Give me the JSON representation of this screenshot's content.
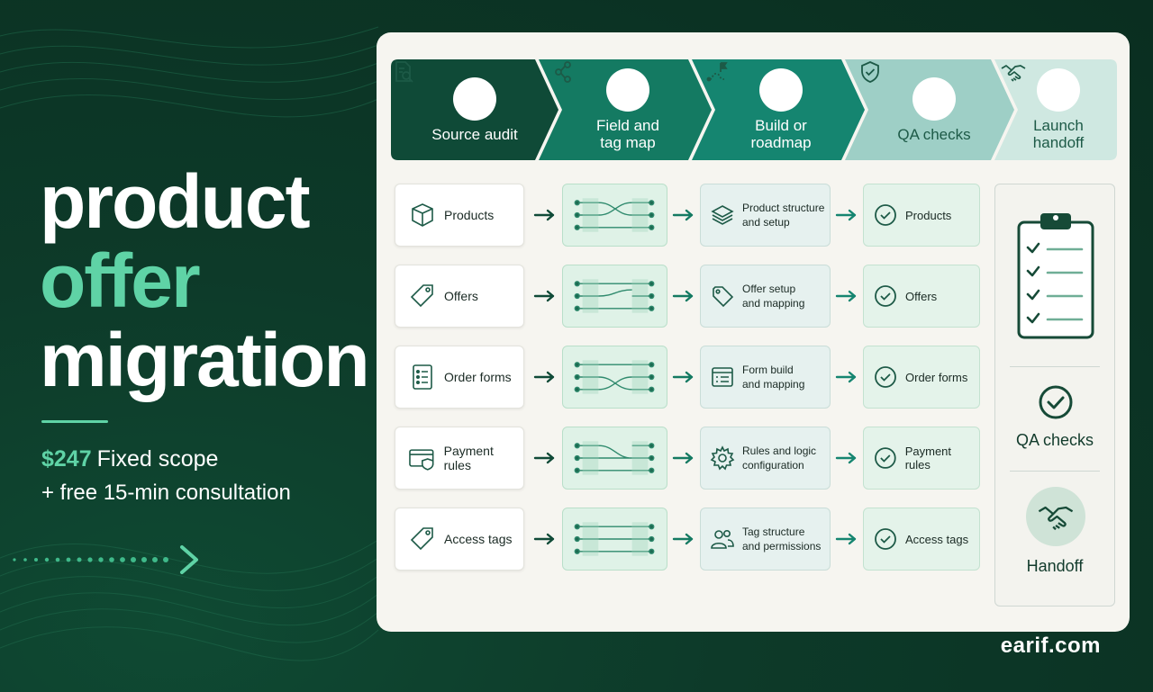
{
  "hero": {
    "line1": "product",
    "line2": "offer",
    "line3": "migration",
    "price": "$247",
    "price_label": "Fixed scope",
    "consultation": "+ free 15-min consultation"
  },
  "site": "earif.com",
  "stages": [
    {
      "label": "Source audit",
      "icon": "document-search-icon"
    },
    {
      "label": "Field and\ntag map",
      "icon": "share-nodes-icon"
    },
    {
      "label": "Build or\nroadmap",
      "icon": "route-flag-icon"
    },
    {
      "label": "QA checks",
      "icon": "shield-check-icon"
    },
    {
      "label": "Launch\nhandoff",
      "icon": "handshake-icon"
    }
  ],
  "rows": [
    {
      "source": "Products",
      "source_icon": "box-icon",
      "build": "Product structure\nand setup",
      "build_icon": "layers-icon",
      "qa": "Products"
    },
    {
      "source": "Offers",
      "source_icon": "tag-icon",
      "build": "Offer setup\nand mapping",
      "build_icon": "tag-icon",
      "qa": "Offers"
    },
    {
      "source": "Order forms",
      "source_icon": "form-list-icon",
      "build": "Form build\nand mapping",
      "build_icon": "form-window-icon",
      "qa": "Order forms"
    },
    {
      "source": "Payment rules",
      "source_icon": "card-shield-icon",
      "build": "Rules and logic\nconfiguration",
      "build_icon": "gear-icon",
      "qa": "Payment rules"
    },
    {
      "source": "Access tags",
      "source_icon": "tag-icon",
      "build": "Tag structure\nand permissions",
      "build_icon": "users-icon",
      "qa": "Access tags"
    }
  ],
  "side": {
    "qa_label": "QA checks",
    "handoff_label": "Handoff"
  },
  "colors": {
    "bg": "#0c3324",
    "accent": "#5fd3a6",
    "stage1": "#0f4a37",
    "stage2": "#147a62",
    "stage3": "#158570",
    "stage4": "#9ecfc6",
    "stage5": "#cfe8e1",
    "icon_stroke": "#1d5a47"
  }
}
